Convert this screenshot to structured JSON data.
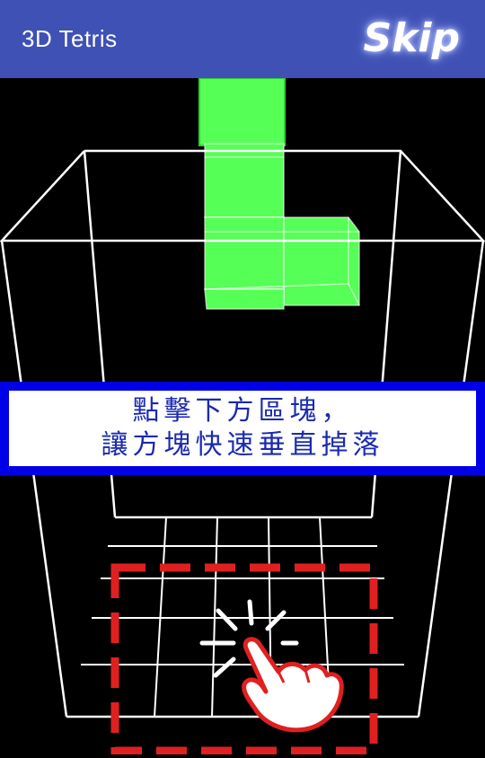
{
  "app_bar": {
    "title": "3D Tetris",
    "skip_label": "Skip"
  },
  "instruction": {
    "line1": "點擊下方區塊，",
    "line2": "讓方塊快速垂直掉落"
  },
  "colors": {
    "app_bar": "#3f51b5",
    "block": "#55ff55",
    "banner_border": "#0000e6",
    "tap_zone": "#e02020"
  },
  "icons": {
    "tap_hint": "pointing-hand-icon"
  }
}
